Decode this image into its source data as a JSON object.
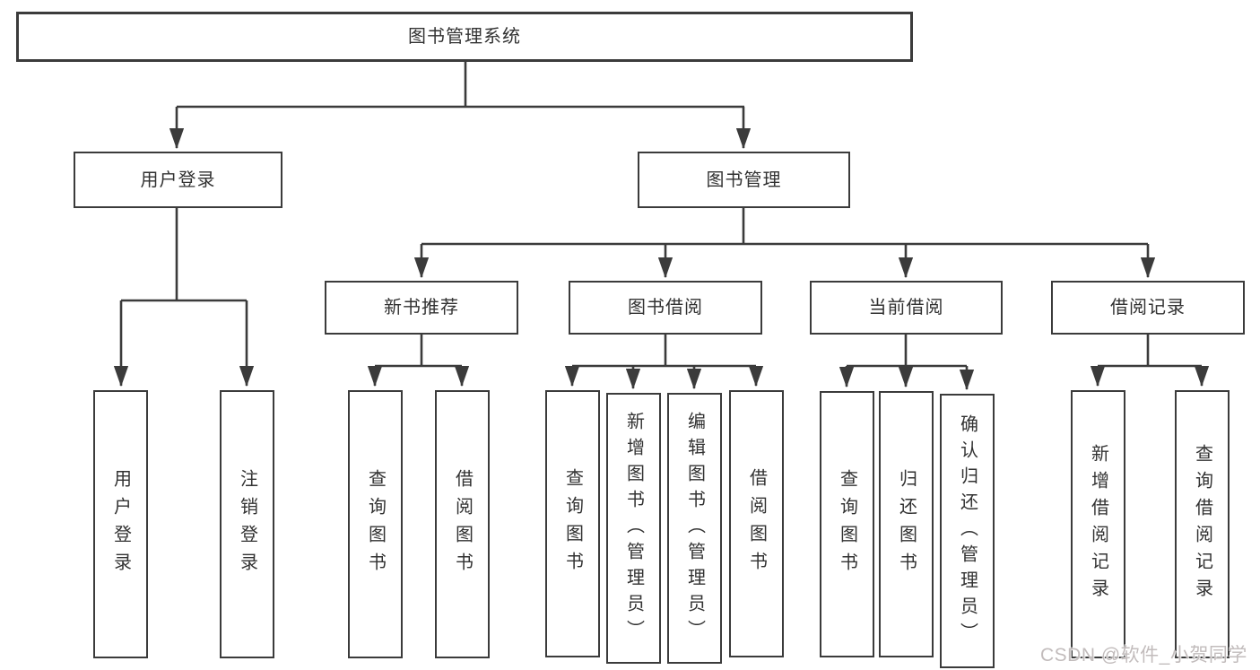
{
  "diagram": {
    "type": "hierarchy",
    "tree": {
      "label": "图书管理系统",
      "children": [
        {
          "label": "用户登录",
          "children": [
            {
              "label": "用户登录"
            },
            {
              "label": "注销登录"
            }
          ]
        },
        {
          "label": "图书管理",
          "children": [
            {
              "label": "新书推荐",
              "children": [
                {
                  "label": "查询图书"
                },
                {
                  "label": "借阅图书"
                }
              ]
            },
            {
              "label": "图书借阅",
              "children": [
                {
                  "label": "查询图书"
                },
                {
                  "label": "新增图书（管理员）"
                },
                {
                  "label": "编辑图书（管理员）"
                },
                {
                  "label": "借阅图书"
                }
              ]
            },
            {
              "label": "当前借阅",
              "children": [
                {
                  "label": "查询图书"
                },
                {
                  "label": "归还图书"
                },
                {
                  "label": "确认归还（管理员）"
                }
              ]
            },
            {
              "label": "借阅记录",
              "children": [
                {
                  "label": "新增借阅记录"
                },
                {
                  "label": "查询借阅记录"
                }
              ]
            }
          ]
        }
      ]
    }
  },
  "watermark": {
    "text": "CSDN @软件_小贺同学",
    "color": "#c2bcbc"
  },
  "colors": {
    "line": "#3b3b3b",
    "text": "#323232",
    "background": "#ffffff"
  }
}
